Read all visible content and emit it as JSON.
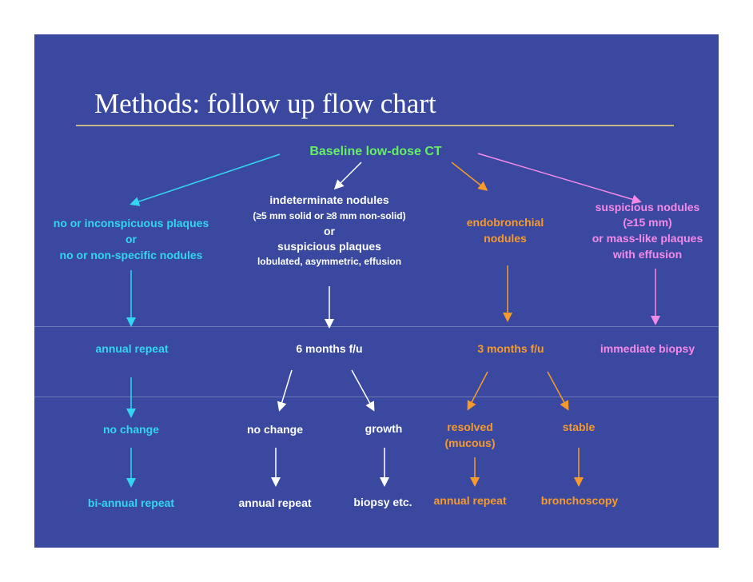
{
  "title": "Methods: follow up flow chart",
  "colors": {
    "background": "#3a48a0",
    "green": "#66ee66",
    "cyan": "#33d6f0",
    "orange": "#f79a2c",
    "pink": "#f48ae8",
    "white": "#ffffff"
  },
  "root": "Baseline low-dose CT",
  "branch_cyan": {
    "line1": "no or inconspicuous plaques",
    "line2": "or",
    "line3": "no or non-specific nodules",
    "step1": "annual repeat",
    "step2": "no change",
    "step3": "bi-annual repeat"
  },
  "branch_white": {
    "line1": "indeterminate nodules",
    "line2": "(≥5 mm solid or ≥8 mm non-solid)",
    "line3": "or",
    "line4": "suspicious plaques",
    "line5": "lobulated, asymmetric, effusion",
    "step1": "6 months f/u",
    "left": "no change",
    "left_next": "annual repeat",
    "right": "growth",
    "right_next": "biopsy etc."
  },
  "branch_orange": {
    "line1": "endobronchial",
    "line2": "nodules",
    "step1": "3 months f/u",
    "left_a": "resolved",
    "left_b": "(mucous)",
    "left_next": "annual repeat",
    "right": "stable",
    "right_next": "bronchoscopy"
  },
  "branch_pink": {
    "line1": "suspicious nodules",
    "line2": "(≥15 mm)",
    "line3": "or mass-like plaques",
    "line4": "with effusion",
    "step1": "immediate biopsy"
  }
}
